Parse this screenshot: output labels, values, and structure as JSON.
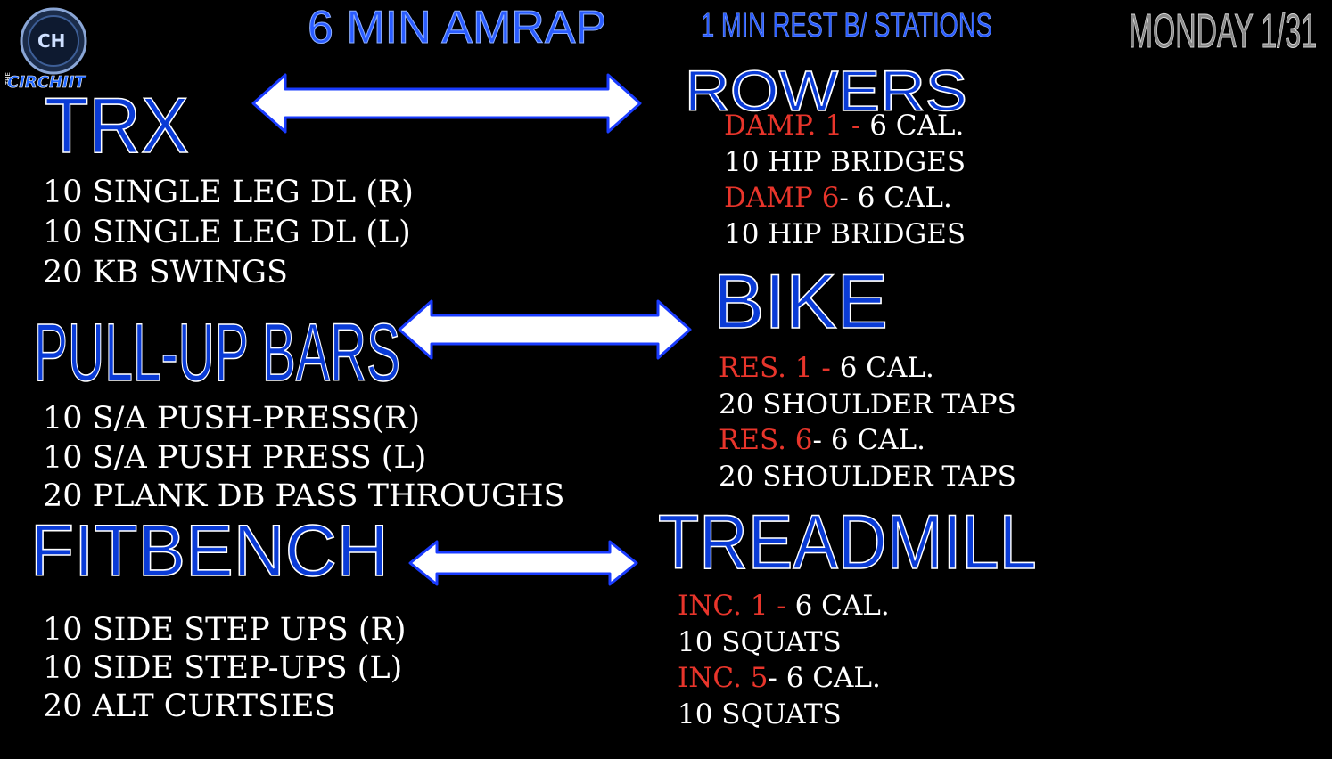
{
  "header": {
    "main": "6 MIN AMRAP",
    "rest": "1 MIN REST B/ STATIONS",
    "date": "MONDAY 1/31"
  },
  "logo": {
    "monogram": "CH",
    "small_text": "THE",
    "brand": "CIRCHIIT"
  },
  "colors": {
    "title_fill": "#0a3bd6",
    "header_blue": "#1e4fff",
    "highlight_red": "#e8352b",
    "text": "#ffffff",
    "background": "#000000"
  },
  "stations": {
    "trx": {
      "name": "TRX",
      "lines": [
        "10 SINGLE LEG DL (R)",
        "10 SINGLE LEG DL (L)",
        "20 KB SWINGS"
      ]
    },
    "pullup": {
      "name": "PULL-UP BARS",
      "lines": [
        "10 S/A PUSH-PRESS(R)",
        "10 S/A PUSH PRESS (L)",
        "20 PLANK DB PASS THROUGHS"
      ]
    },
    "fitbench": {
      "name": "FITBENCH",
      "lines": [
        "10 SIDE STEP UPS  (R)",
        "10 SIDE STEP-UPS  (L)",
        "20 ALT CURTSIES"
      ]
    },
    "rowers": {
      "name": "ROWERS",
      "l1_red": "DAMP. 1 - ",
      "l1_rest": "6 CAL.",
      "l2": "10 HIP BRIDGES",
      "l3_red": "DAMP 6",
      "l3_rest": "- 6 CAL.",
      "l4": "10 HIP  BRIDGES"
    },
    "bike": {
      "name": "BIKE",
      "l1_red": "RES. 1 - ",
      "l1_rest": "6 CAL.",
      "l2": "20 SHOULDER TAPS",
      "l3_red": "RES. 6",
      "l3_rest": "- 6 CAL.",
      "l4": "20 SHOULDER TAPS"
    },
    "treadmill": {
      "name": "TREADMILL",
      "l1_red": "INC. 1 - ",
      "l1_rest": "6 CAL.",
      "l2": "10 SQUATS",
      "l3_red": "INC. 5",
      "l3_rest": "- 6 CAL.",
      "l4": "10 SQUATS"
    }
  },
  "icons": [
    "double-arrow-icon"
  ]
}
